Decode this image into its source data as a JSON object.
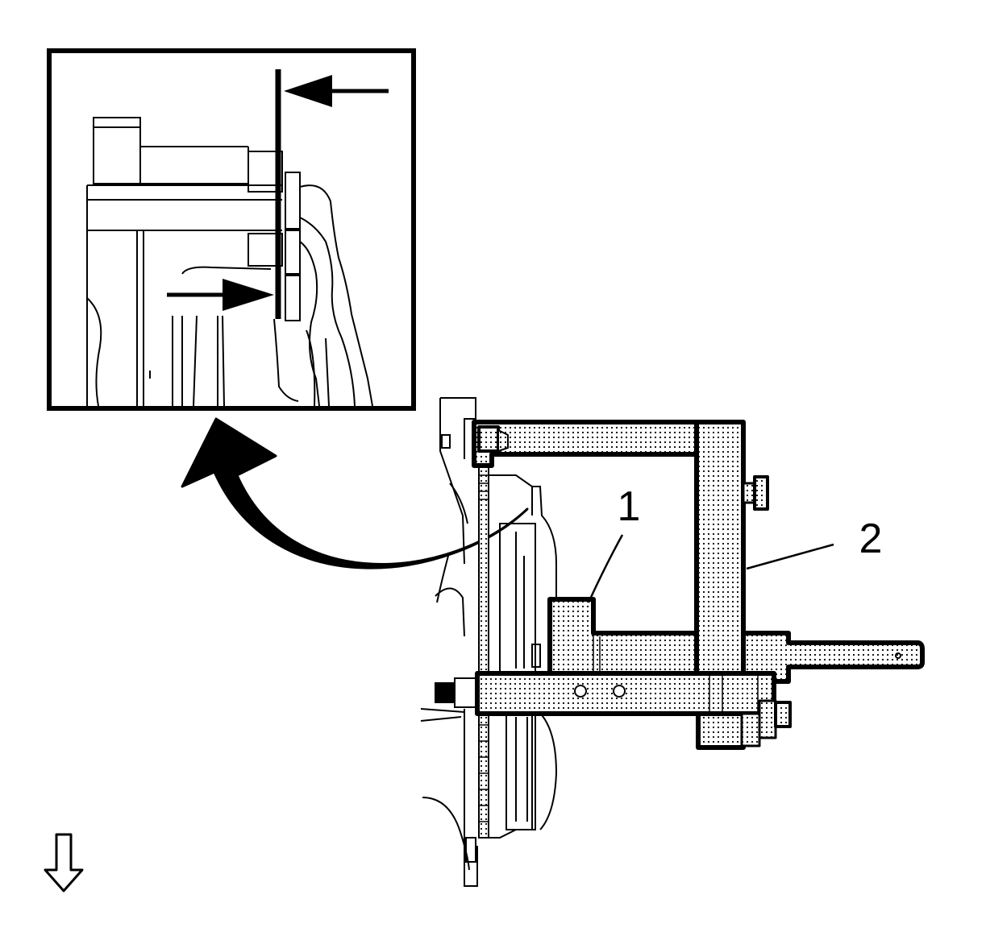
{
  "callouts": [
    {
      "id": "1",
      "label": "1"
    },
    {
      "id": "2",
      "label": "2"
    }
  ],
  "icons": {
    "view_direction": "down-arrow-icon",
    "detail_pointer": "curved-arrow-icon",
    "measure_arrows": "arrow-icon"
  },
  "colors": {
    "ink": "#000000",
    "paper": "#ffffff"
  }
}
